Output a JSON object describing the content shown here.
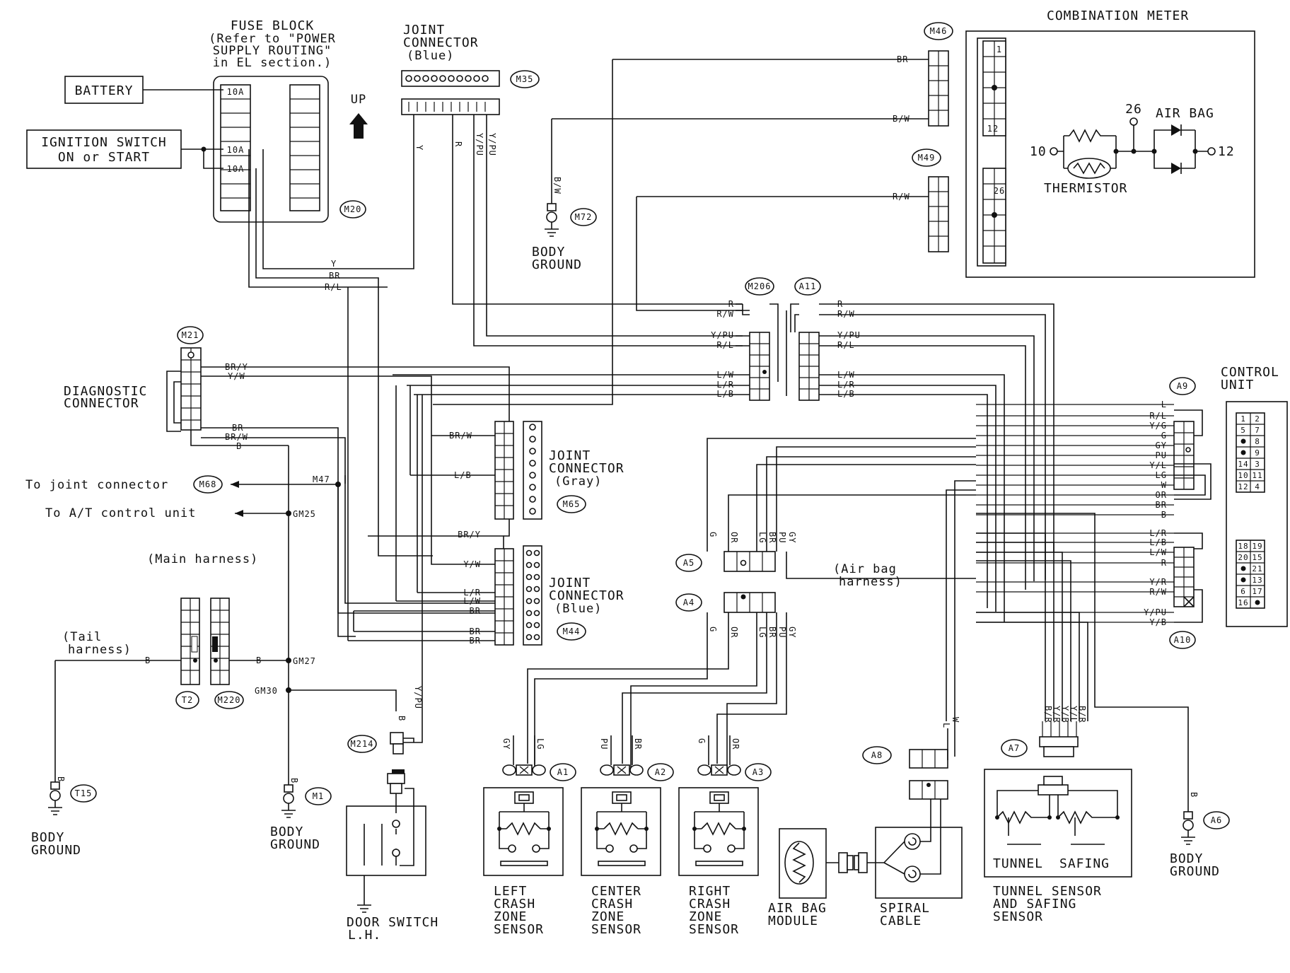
{
  "fuse_block": {
    "title": "FUSE BLOCK",
    "note_1": "(Refer to \"POWER",
    "note_2": "SUPPLY ROUTING\"",
    "note_3": "in EL section.)",
    "fuses": [
      "10A",
      "10A",
      "10A"
    ],
    "connector": "M20"
  },
  "power": {
    "battery": "BATTERY",
    "ignition_1": "IGNITION SWITCH",
    "ignition_2": "ON or START"
  },
  "labels": {
    "up": "UP"
  },
  "wires": {
    "fuse_out": [
      "Y",
      "BR",
      "R/L"
    ],
    "m35": [
      "Y",
      "R",
      "Y/PU",
      "Y/PU"
    ],
    "m72": "B/W",
    "m46": [
      "BR",
      "B/W"
    ],
    "m49": "R/W"
  },
  "joint_connector_top": {
    "title_1": "JOINT",
    "title_2": "CONNECTOR",
    "color": "(Blue)",
    "tag": "M35"
  },
  "grounds": {
    "m72": {
      "tag": "M72",
      "label_1": "BODY",
      "label_2": "GROUND"
    },
    "t15": {
      "tag": "T15",
      "wire": "B",
      "label_1": "BODY",
      "label_2": "GROUND"
    },
    "m1": {
      "tag": "M1",
      "wire": "B",
      "label_1": "BODY",
      "label_2": "GROUND"
    },
    "a6": {
      "tag": "A6",
      "wire": "B",
      "label_1": "BODY",
      "label_2": "GROUND"
    }
  },
  "combination_meter": {
    "title": "COMBINATION METER",
    "m46_tag": "M46",
    "m49_tag": "M49",
    "pins": [
      "1",
      "12",
      "26"
    ],
    "terminals": [
      "10",
      "26",
      "12"
    ],
    "thermistor": "THERMISTOR",
    "air_bag": "AIR BAG"
  },
  "harness": {
    "m206": {
      "tag": "M206",
      "wires": [
        "R",
        "R/W",
        "Y/PU",
        "R/L",
        "L/W",
        "L/R",
        "L/B"
      ]
    },
    "a11": {
      "tag": "A11",
      "wires": [
        "R",
        "R/W",
        "Y/PU",
        "R/L",
        "L/W",
        "L/R",
        "L/B"
      ]
    }
  },
  "diagnostic": {
    "tag": "M21",
    "label_1": "DIAGNOSTIC",
    "label_2": "CONNECTOR",
    "wires": [
      "BR/Y",
      "Y/W",
      "BR",
      "BR/W",
      "B"
    ]
  },
  "refs": {
    "to_joint": "To joint connector",
    "m68": "M68",
    "m47": "M47",
    "to_at": "To A/T control unit",
    "gm25": "GM25",
    "main_harness": "(Main harness)"
  },
  "joint_connector_gray": {
    "title_1": "JOINT",
    "title_2": "CONNECTOR",
    "color": "(Gray)",
    "tag": "M65",
    "wires": [
      "BR/W",
      "L/B"
    ]
  },
  "joint_connector_blue": {
    "title_1": "JOINT",
    "title_2": "CONNECTOR",
    "color": "(Blue)",
    "tag": "M44",
    "wires": [
      "BR/Y",
      "Y/W",
      "L/R",
      "L/W",
      "BR",
      "BR",
      "BR"
    ]
  },
  "door_switch": {
    "tag": "M214",
    "wires": [
      "Y/PU",
      "B"
    ],
    "label_1": "DOOR SWITCH",
    "label_2": "L.H."
  },
  "tail": {
    "label_1": "(Tail",
    "label_2": "harness)",
    "wires": [
      "B",
      "B"
    ],
    "gm27": "GM27",
    "t2": "T2",
    "m220": "M220",
    "gm30": "GM30"
  },
  "air_bag_harness": {
    "a5_tag": "A5",
    "a4_tag": "A4",
    "a5_wires": [
      "G",
      "OR",
      "LG",
      "BR",
      "PU",
      "GY"
    ],
    "a4_wires": [
      "G",
      "OR",
      "LG",
      "BR",
      "PU",
      "GY"
    ],
    "label_1": "(Air bag",
    "label_2": "harness)"
  },
  "control_unit": {
    "label_1": "CONTROL",
    "label_2": "UNIT",
    "a9_tag": "A9",
    "a10_tag": "A10",
    "a9_wires": [
      "L",
      "R/L",
      "Y/G",
      "G",
      "GY",
      "PU",
      "Y/L",
      "LG",
      "W",
      "OR",
      "BR",
      "B"
    ],
    "a10_wires": [
      "L/R",
      "L/B",
      "L/W",
      "R",
      "Y/R",
      "R/W",
      "Y/PU",
      "Y/B"
    ],
    "pins_top": [
      "1",
      "2",
      "5",
      "7",
      "",
      "8",
      "",
      "9",
      "14",
      "3",
      "10",
      "11",
      "12",
      "4"
    ],
    "pins_bottom": [
      "18",
      "19",
      "20",
      "15",
      "",
      "21",
      "",
      "13",
      "6",
      "17",
      "16",
      ""
    ]
  },
  "crash_sensors": [
    {
      "tag": "A1",
      "wires": [
        "GY",
        "LG"
      ],
      "label": [
        "LEFT",
        "CRASH",
        "ZONE",
        "SENSOR"
      ]
    },
    {
      "tag": "A2",
      "wires": [
        "PU",
        "BR"
      ],
      "label": [
        "CENTER",
        "CRASH",
        "ZONE",
        "SENSOR"
      ]
    },
    {
      "tag": "A3",
      "wires": [
        "G",
        "OR"
      ],
      "label": [
        "RIGHT",
        "CRASH",
        "ZONE",
        "SENSOR"
      ]
    }
  ],
  "modules": {
    "air_bag_1": "AIR BAG",
    "air_bag_2": "MODULE",
    "a8_tag": "A8",
    "a8_wires": [
      "L",
      "W"
    ],
    "spiral_1": "SPIRAL",
    "spiral_2": "CABLE"
  },
  "tunnel": {
    "a7_tag": "A7",
    "wires": [
      "B/R",
      "Y/R",
      "Y/B",
      "Y/L",
      "B/R"
    ],
    "tunnel": "TUNNEL",
    "safing": "SAFING",
    "title_1": "TUNNEL SENSOR",
    "title_2": "AND SAFING",
    "title_3": "SENSOR"
  }
}
